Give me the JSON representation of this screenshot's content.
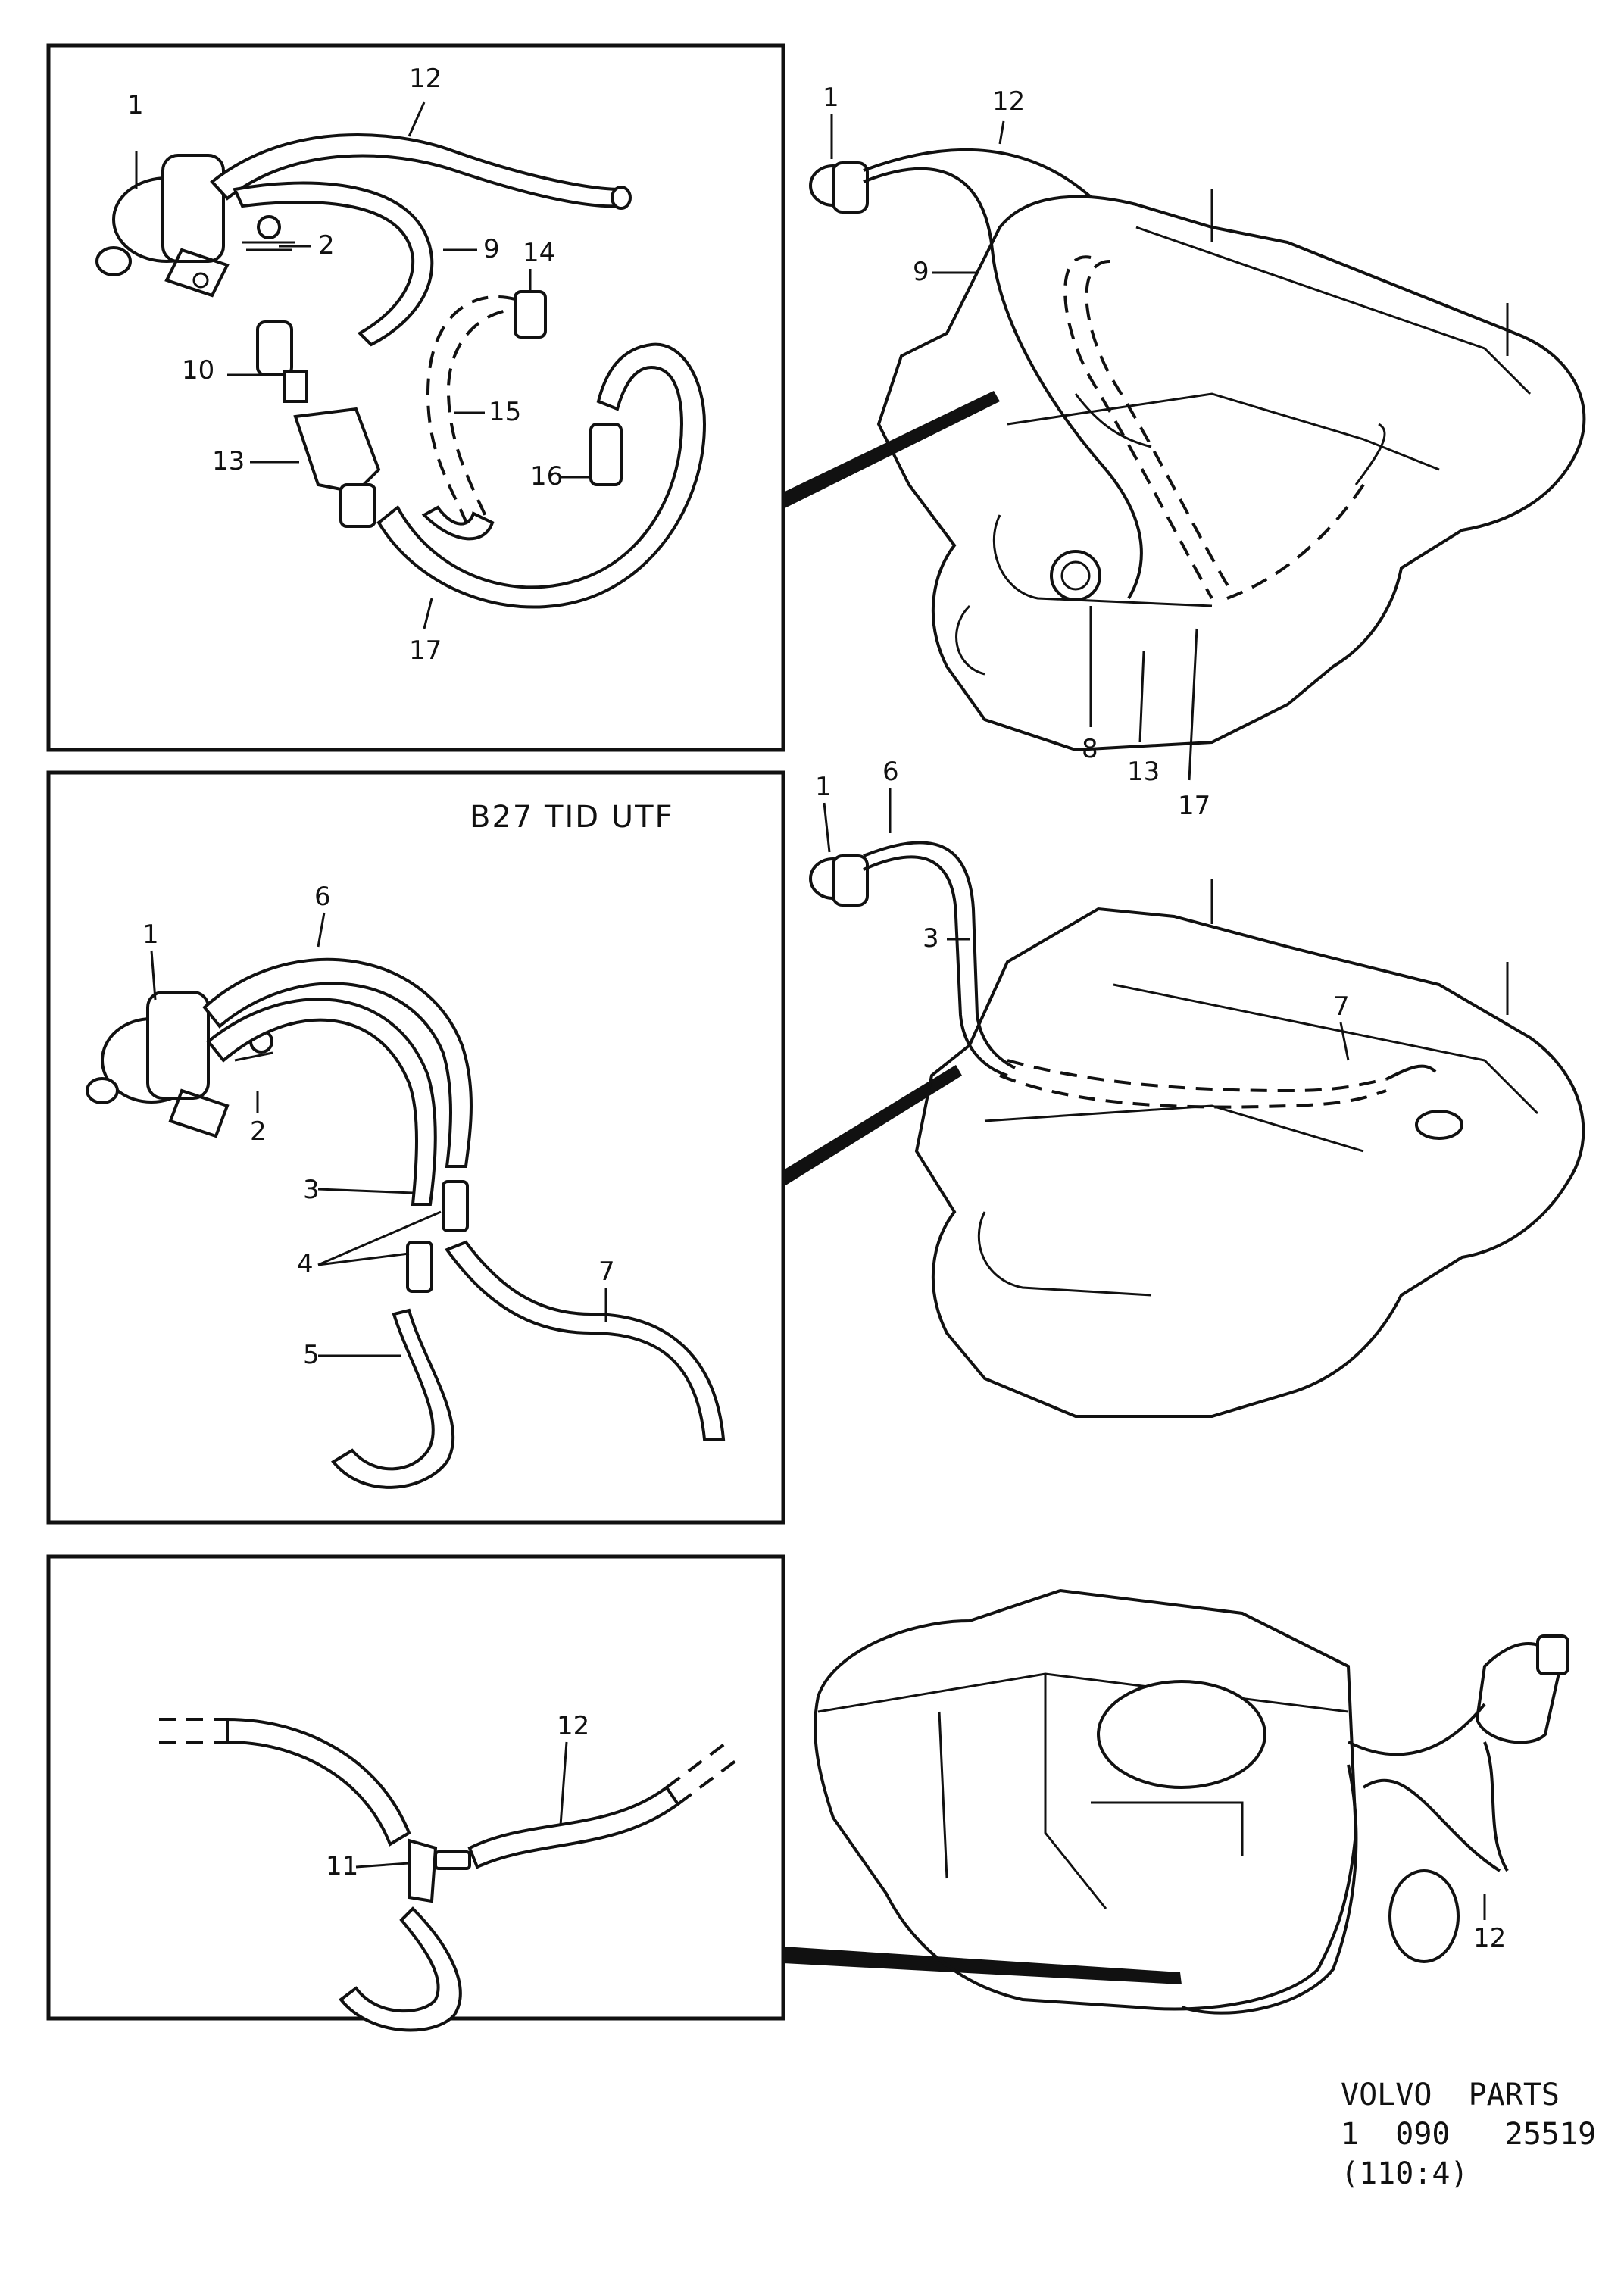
{
  "panels": [
    {
      "id": "top",
      "caption": "",
      "detail_labels": [
        "1",
        "12",
        "2",
        "9",
        "14",
        "10",
        "15",
        "13",
        "16",
        "17"
      ],
      "engine_labels": [
        "1",
        "12",
        "9",
        "8",
        "13",
        "17"
      ]
    },
    {
      "id": "middle",
      "caption": "B27  TID UTF",
      "detail_labels": [
        "6",
        "1",
        "2",
        "3",
        "4",
        "7",
        "5"
      ],
      "engine_labels": [
        "1",
        "6",
        "3",
        "7"
      ]
    },
    {
      "id": "bottom",
      "caption": "",
      "detail_labels": [
        "12",
        "11"
      ],
      "engine_labels": [
        "12"
      ]
    }
  ],
  "footer": {
    "line1": "VOLVO  PARTS",
    "line2": "1  090   25519",
    "line3": "(110:4)"
  }
}
